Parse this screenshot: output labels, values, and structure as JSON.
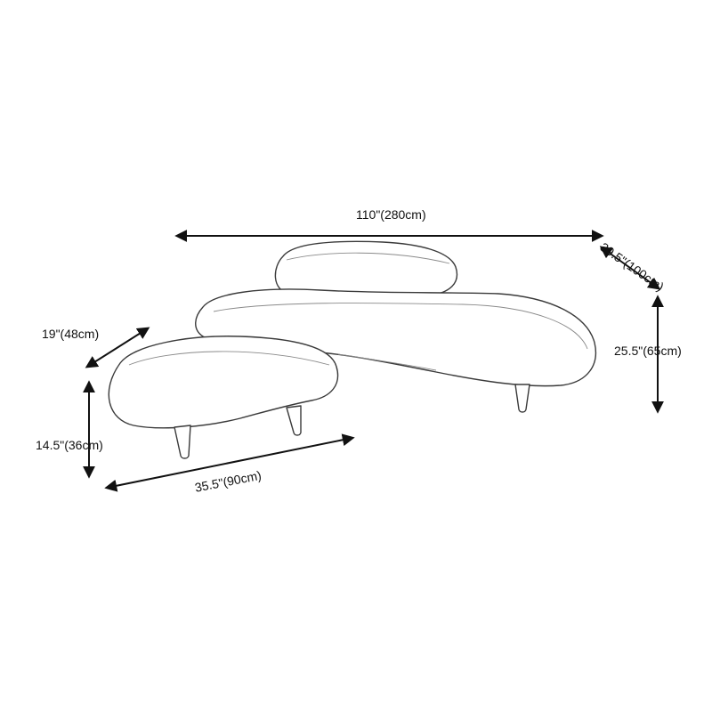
{
  "diagram": {
    "colors": {
      "ink": "#111111",
      "outline": "#3a3a3a",
      "background": "#ffffff"
    },
    "dimensions": {
      "sofa_length": "110\"(280cm)",
      "sofa_depth": "39.5\"(100cm)",
      "sofa_height": "25.5\"(65cm)",
      "ottoman_depth": "19\"(48cm)",
      "ottoman_height": "14.5\"(36cm)",
      "ottoman_length": "35.5\"(90cm)"
    }
  }
}
